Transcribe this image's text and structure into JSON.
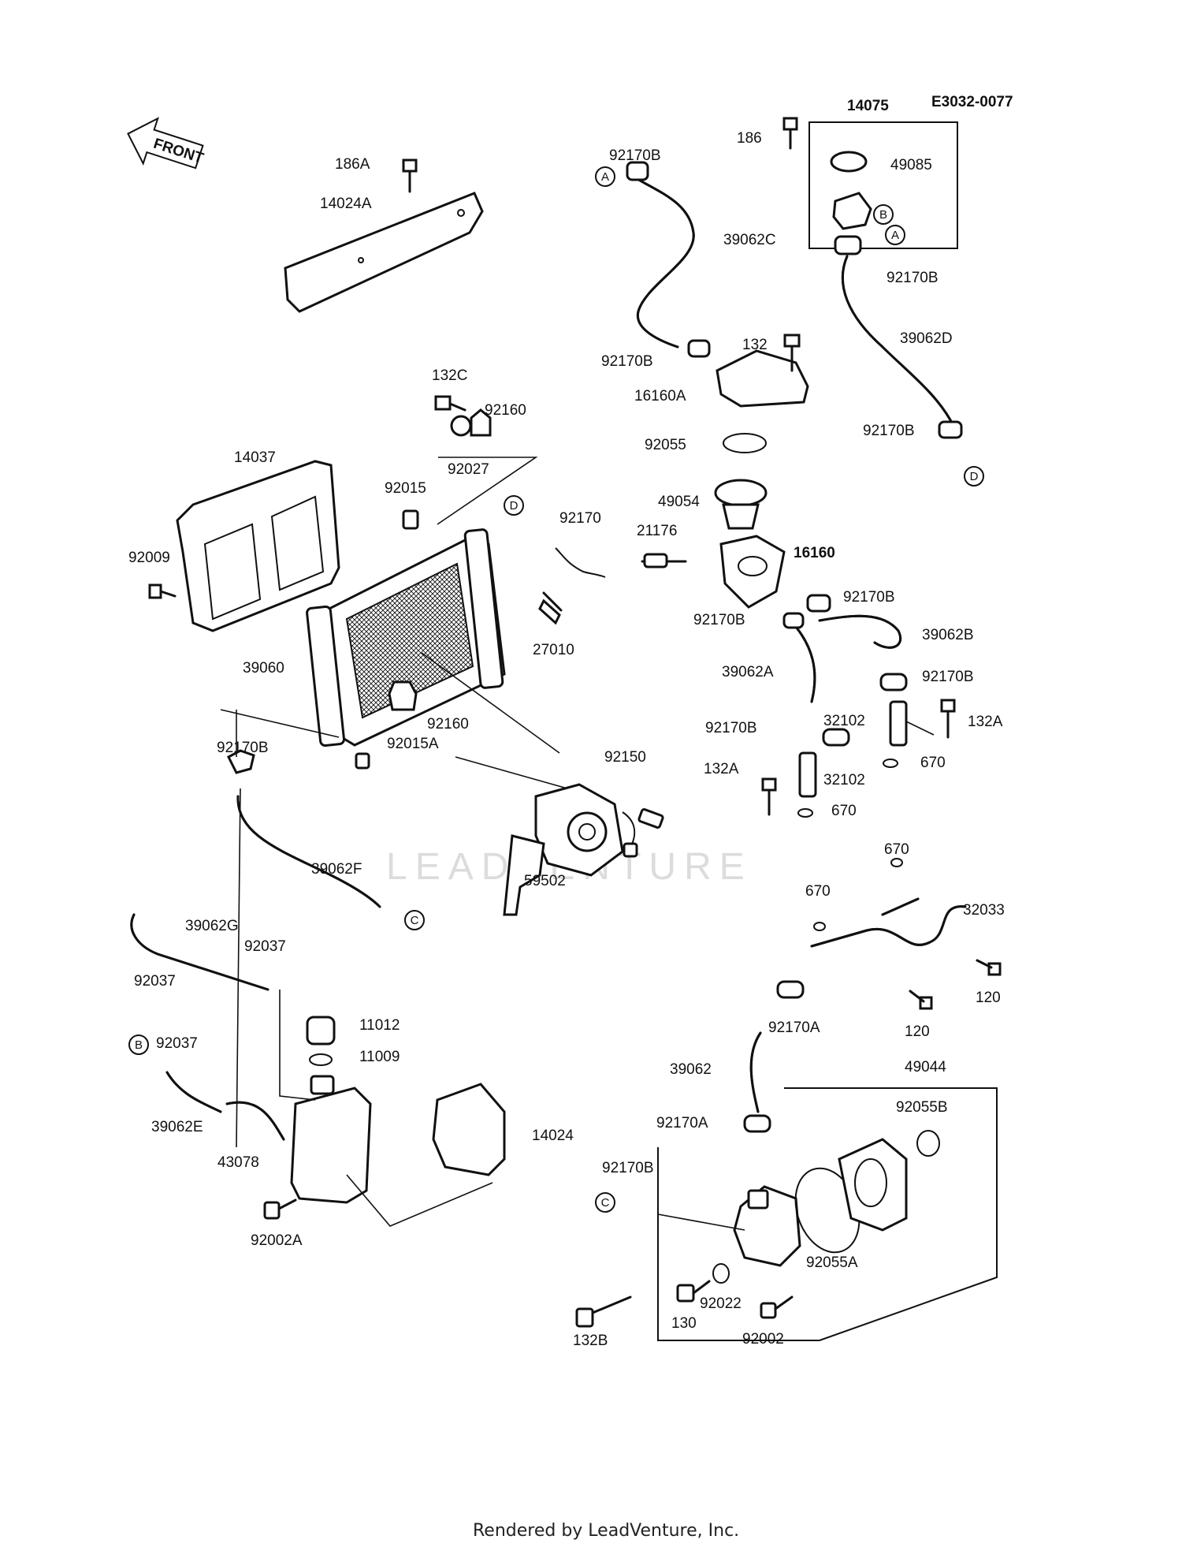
{
  "diagram_code": "E3032-0077",
  "front_label": "FRONT",
  "watermark": "LEADVENTURE",
  "footer": "Rendered by LeadVenture, Inc.",
  "callouts": [
    {
      "id": "p-186A",
      "text": "186A"
    },
    {
      "id": "p-14024A",
      "text": "14024A"
    },
    {
      "id": "p-92170B-1",
      "text": "92170B"
    },
    {
      "id": "p-39062C",
      "text": "39062C"
    },
    {
      "id": "p-92170B-2",
      "text": "92170B"
    },
    {
      "id": "p-132",
      "text": "132"
    },
    {
      "id": "p-16160A",
      "text": "16160A"
    },
    {
      "id": "p-14075",
      "text": "14075"
    },
    {
      "id": "p-186",
      "text": "186"
    },
    {
      "id": "p-49085",
      "text": "49085"
    },
    {
      "id": "p-92170B-3",
      "text": "92170B"
    },
    {
      "id": "p-39062D",
      "text": "39062D"
    },
    {
      "id": "p-92170B-4",
      "text": "92170B"
    },
    {
      "id": "p-132C",
      "text": "132C"
    },
    {
      "id": "p-92160-1",
      "text": "92160"
    },
    {
      "id": "p-92027",
      "text": "92027"
    },
    {
      "id": "p-92055",
      "text": "92055"
    },
    {
      "id": "p-14037",
      "text": "14037"
    },
    {
      "id": "p-92015",
      "text": "92015"
    },
    {
      "id": "p-49054",
      "text": "49054"
    },
    {
      "id": "p-92170",
      "text": "92170"
    },
    {
      "id": "p-21176",
      "text": "21176"
    },
    {
      "id": "p-16160",
      "text": "16160"
    },
    {
      "id": "p-92009",
      "text": "92009"
    },
    {
      "id": "p-92170B-5",
      "text": "92170B"
    },
    {
      "id": "p-92170B-6",
      "text": "92170B"
    },
    {
      "id": "p-39062B",
      "text": "39062B"
    },
    {
      "id": "p-27010",
      "text": "27010"
    },
    {
      "id": "p-39060",
      "text": "39060"
    },
    {
      "id": "p-39062A",
      "text": "39062A"
    },
    {
      "id": "p-92170B-7",
      "text": "92170B"
    },
    {
      "id": "p-92160-2",
      "text": "92160"
    },
    {
      "id": "p-92170B-8",
      "text": "92170B"
    },
    {
      "id": "p-32102-1",
      "text": "32102"
    },
    {
      "id": "p-132A-1",
      "text": "132A"
    },
    {
      "id": "p-670-1",
      "text": "670"
    },
    {
      "id": "p-92150",
      "text": "92150"
    },
    {
      "id": "p-132A-2",
      "text": "132A"
    },
    {
      "id": "p-32102-2",
      "text": "32102"
    },
    {
      "id": "p-92170B-9",
      "text": "92170B"
    },
    {
      "id": "p-92015A",
      "text": "92015A"
    },
    {
      "id": "p-670-2",
      "text": "670"
    },
    {
      "id": "p-59502",
      "text": "59502"
    },
    {
      "id": "p-670-3",
      "text": "670"
    },
    {
      "id": "p-39062F",
      "text": "39062F"
    },
    {
      "id": "p-670-4",
      "text": "670"
    },
    {
      "id": "p-32033",
      "text": "32033"
    },
    {
      "id": "p-39062G",
      "text": "39062G"
    },
    {
      "id": "p-92037-1",
      "text": "92037"
    },
    {
      "id": "p-92037-2",
      "text": "92037"
    },
    {
      "id": "p-120-1",
      "text": "120"
    },
    {
      "id": "p-11012",
      "text": "11012"
    },
    {
      "id": "p-120-2",
      "text": "120"
    },
    {
      "id": "p-92170A-1",
      "text": "92170A"
    },
    {
      "id": "p-11009",
      "text": "11009"
    },
    {
      "id": "p-92037-3",
      "text": "92037"
    },
    {
      "id": "p-39062",
      "text": "39062"
    },
    {
      "id": "p-49044",
      "text": "49044"
    },
    {
      "id": "p-92055B",
      "text": "92055B"
    },
    {
      "id": "p-39062E",
      "text": "39062E"
    },
    {
      "id": "p-14024",
      "text": "14024"
    },
    {
      "id": "p-92170A-2",
      "text": "92170A"
    },
    {
      "id": "p-43078",
      "text": "43078"
    },
    {
      "id": "p-92170B-10",
      "text": "92170B"
    },
    {
      "id": "p-92055A",
      "text": "92055A"
    },
    {
      "id": "p-92002A",
      "text": "92002A"
    },
    {
      "id": "p-130",
      "text": "130"
    },
    {
      "id": "p-92022",
      "text": "92022"
    },
    {
      "id": "p-132B",
      "text": "132B"
    },
    {
      "id": "p-92002",
      "text": "92002"
    }
  ],
  "refs": {
    "a1": "A",
    "a2": "A",
    "b1": "B",
    "b2": "B",
    "c1": "C",
    "c2": "C",
    "d1": "D",
    "d2": "D"
  }
}
